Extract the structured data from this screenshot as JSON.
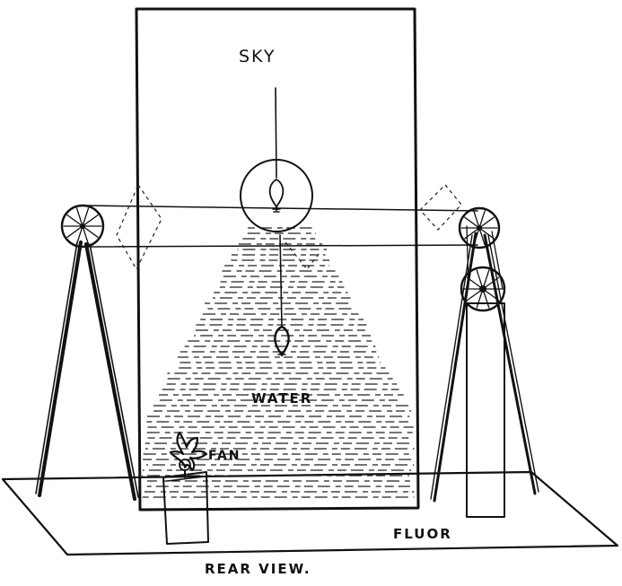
{
  "labels": {
    "sky": "SKY",
    "water": "WATER",
    "fan": "FAN",
    "floor": "FLUOR",
    "caption": "REAR VIEW."
  },
  "icons": {
    "bulb_top": "light-bulb-icon",
    "bulb_hanging": "light-bulb-icon",
    "fan": "fan-icon"
  },
  "colors": {
    "ink": "#111111",
    "paper": "#ffffff"
  }
}
